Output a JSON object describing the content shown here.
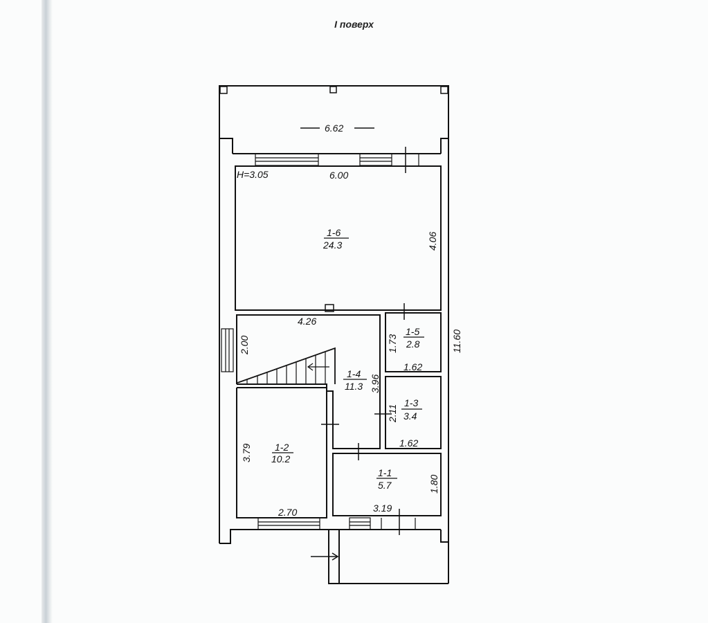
{
  "title": "I поверх",
  "plan": {
    "ceiling_height": "H=3.05",
    "overall_length": "11.60",
    "terrace_width": "6.62",
    "rooms": [
      {
        "id": "1-6",
        "area": "24.3",
        "dims": [
          "6.00",
          "4.06"
        ]
      },
      {
        "id": "1-5",
        "area": "2.8",
        "dims": [
          "1.73",
          "1.62"
        ]
      },
      {
        "id": "1-4",
        "area": "11.3",
        "dims": [
          "4.26",
          "2.00",
          "3.96"
        ]
      },
      {
        "id": "1-3",
        "area": "3.4",
        "dims": [
          "2.11",
          "1.62"
        ]
      },
      {
        "id": "1-2",
        "area": "10.2",
        "dims": [
          "3.79",
          "2.70"
        ]
      },
      {
        "id": "1-1",
        "area": "5.7",
        "dims": [
          "1.80",
          "3.19"
        ]
      }
    ]
  }
}
